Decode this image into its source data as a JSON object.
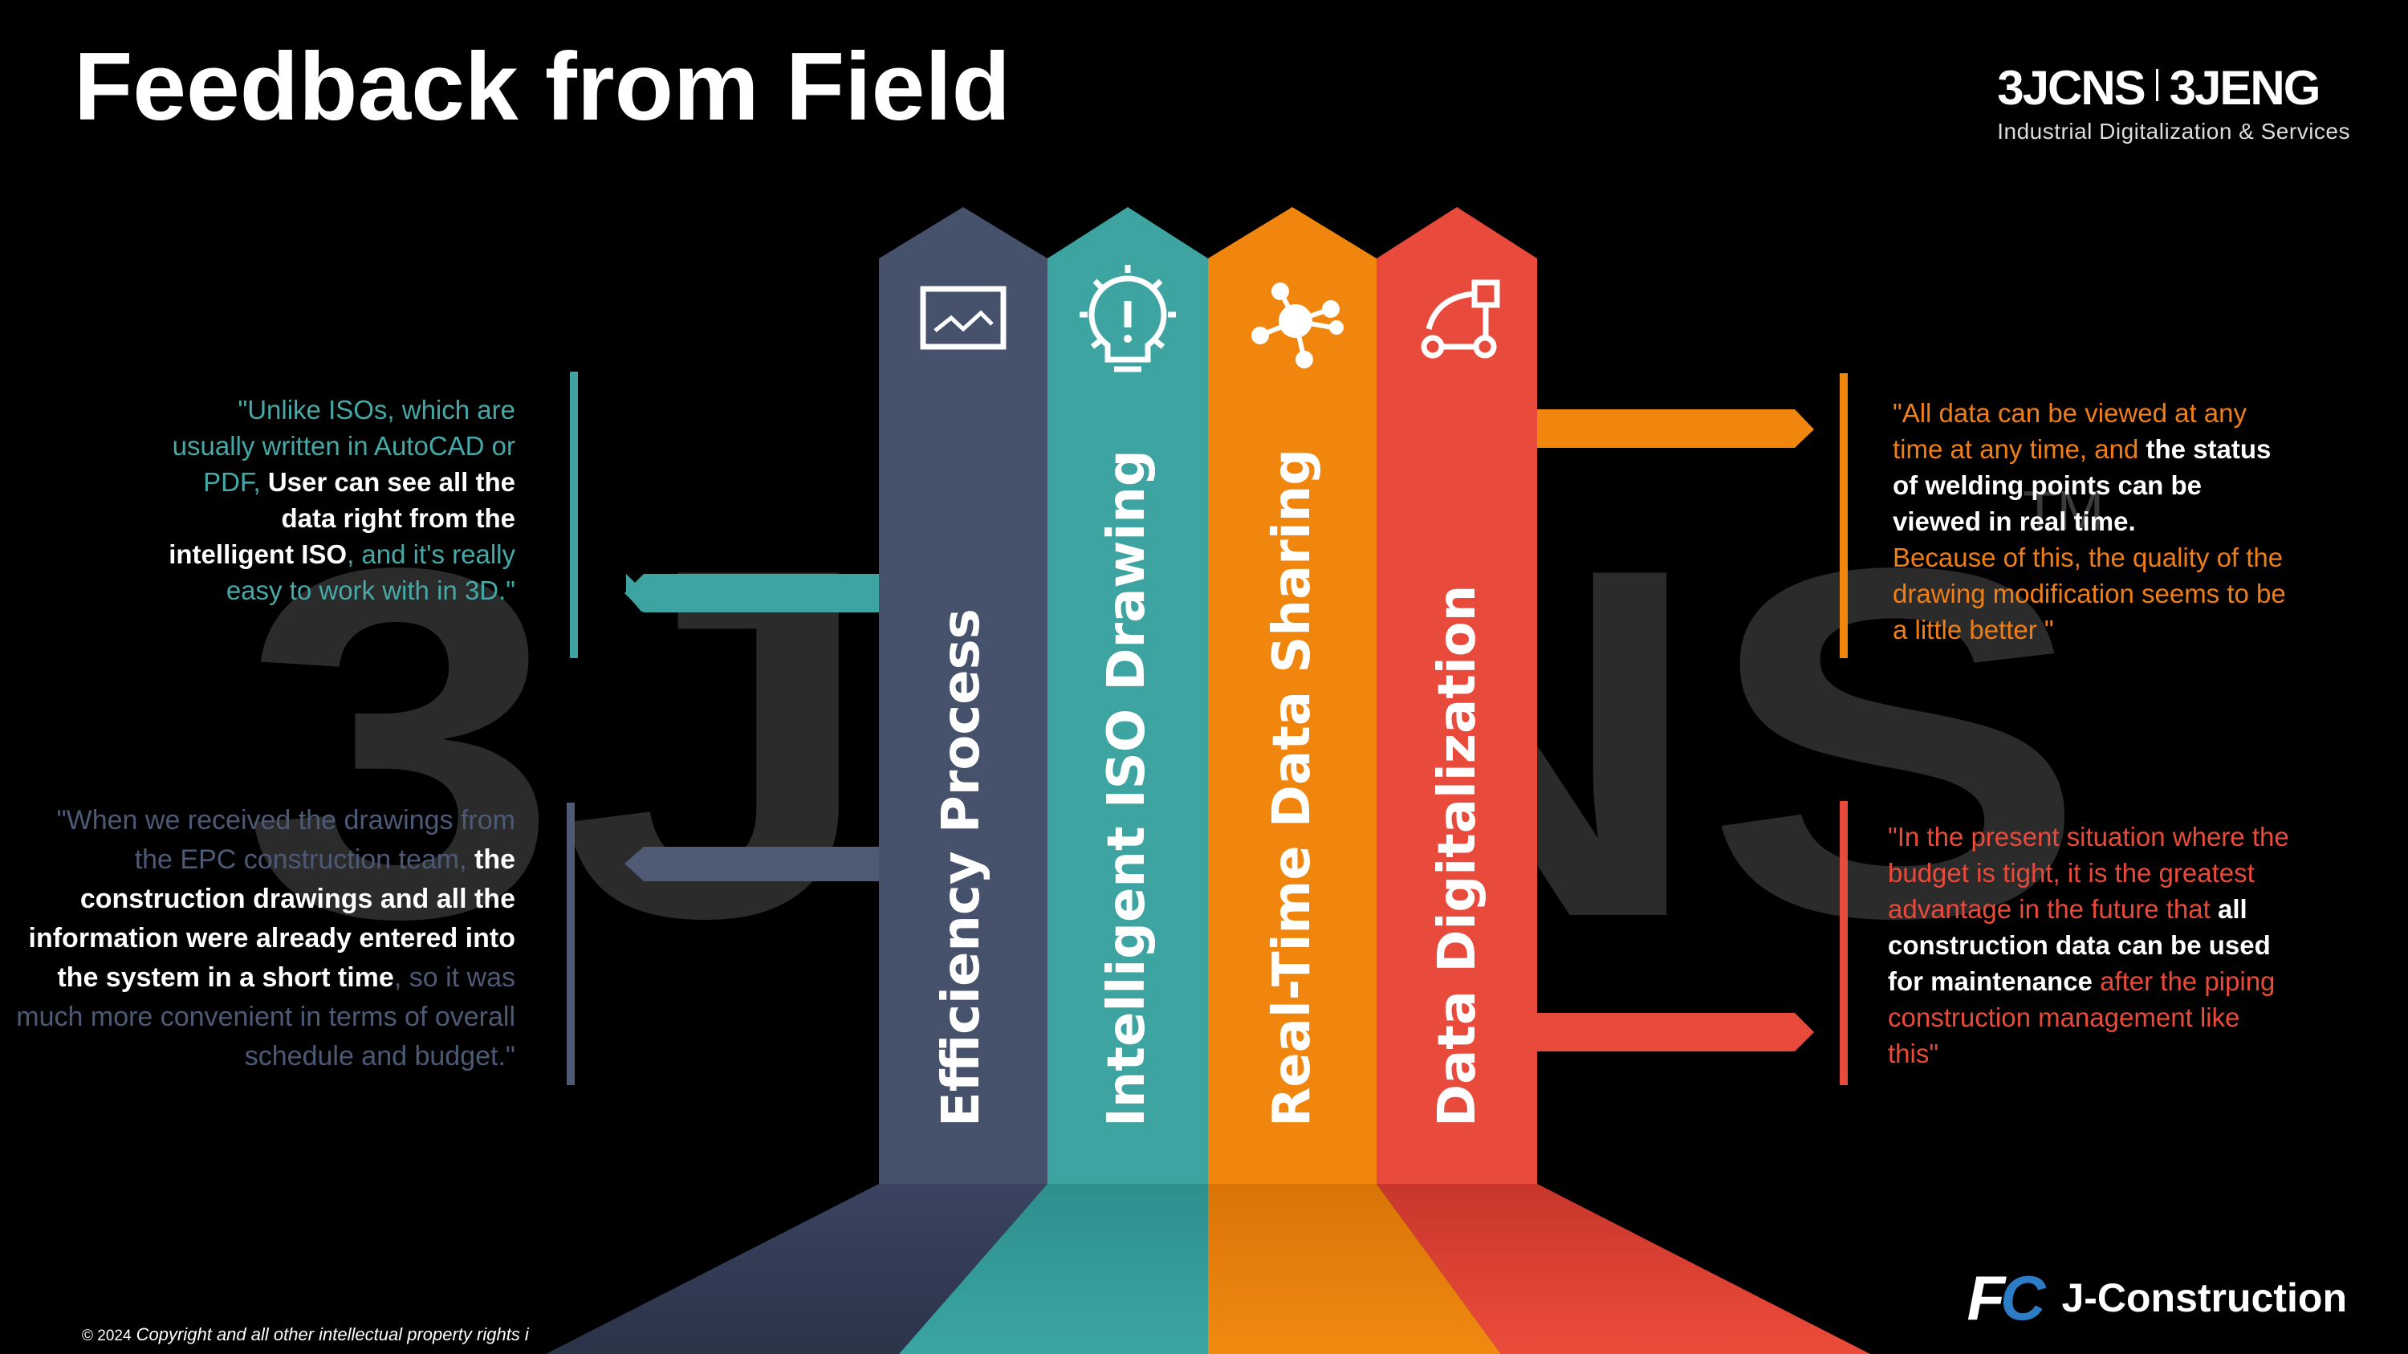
{
  "title": "Feedback from Field",
  "brand": {
    "name_left": "3JCNS",
    "name_right": "3JENG",
    "tagline": "Industrial Digitalization & Services"
  },
  "watermark": "3JCNS",
  "watermark_tm": "TM",
  "columns": [
    {
      "label": "Efficiency Process",
      "icon": "chart-monitor-icon",
      "color": "#46526b"
    },
    {
      "label": "Intelligent ISO Drawing",
      "icon": "lightbulb-icon",
      "color": "#3ea4a2"
    },
    {
      "label": "Real-Time Data Sharing",
      "icon": "network-hub-icon",
      "color": "#f0860e"
    },
    {
      "label": "Data Digitalization",
      "icon": "flow-nodes-icon",
      "color": "#e84a3c"
    }
  ],
  "quotes": {
    "q1": {
      "t1": "\"Unlike ISOs, which are usually written in AutoCAD or PDF, ",
      "b1": "User can see all the data right from the intelligent ISO",
      "t2": ", and it's really easy to work with in 3D.\""
    },
    "q2": {
      "t1": "\"When we received the drawings from the EPC construction team, ",
      "b1": "the construction drawings and all the information were already entered into the system in a short time",
      "t2": ", so it was much more convenient in terms of overall schedule and budget.\""
    },
    "q3": {
      "t1": "\"All data can be viewed at any time at any time, and ",
      "b1": "the status of welding points can be viewed in real time.",
      "t2": "Because of this, the quality of the drawing modification seems to be a little better \""
    },
    "q4": {
      "t1": "\"In the present situation where the budget is tight, it is the greatest advantage in the future that ",
      "b1": "all construction data can be used for maintenance",
      "t2": " after the piping construction management like this\""
    }
  },
  "footer": {
    "year": "© 2024",
    "text": "Copyright and all other intellectual property rights i"
  },
  "jconstruction": {
    "logo_f": "F",
    "logo_c": "C",
    "label": "J-Construction"
  }
}
